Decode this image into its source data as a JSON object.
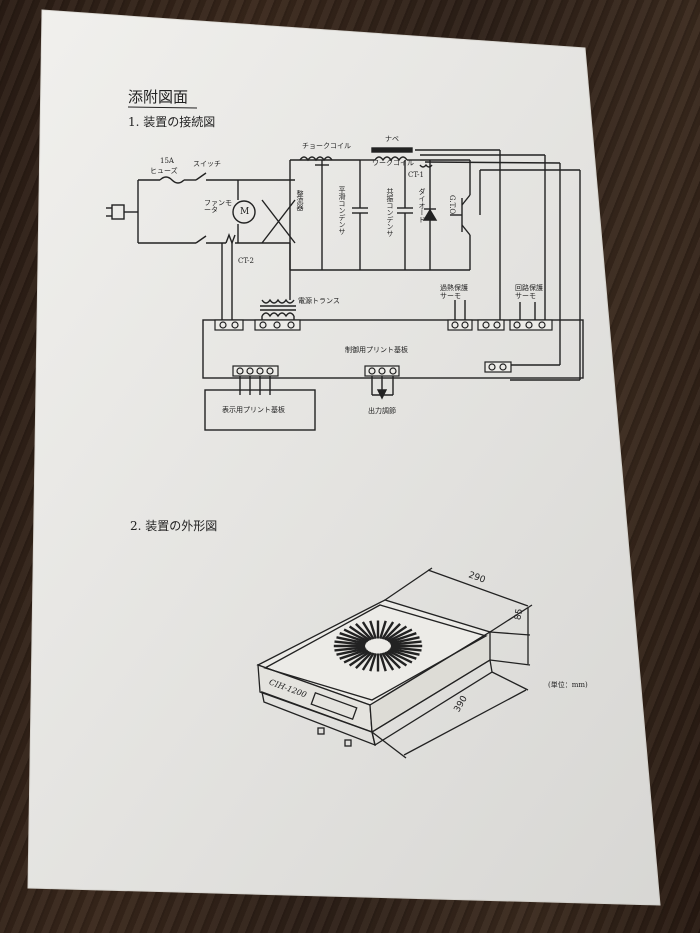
{
  "title": "添附図面",
  "section1": "1. 装置の接続図",
  "section2": "2. 装置の外形図",
  "labels": {
    "fuse_rating": "15A",
    "fuse": "ヒューズ",
    "switch": "スイッチ",
    "fan_motor": "ファンモータ",
    "motor": "M",
    "ct2": "CT-2",
    "ct1": "CT-1",
    "rectifier": "整流器",
    "choke_coil": "チョークコイル",
    "pan": "ナベ",
    "work_coil": "ワークコイル",
    "smoothing_capacitor": "平滑コンデンサ",
    "resonance_capacitor": "共振コンデンサ",
    "diode": "ダイオード",
    "gto": "G.T.O",
    "power_transformer": "電源トランス",
    "overheat_thermo": "過熱保護サーモ",
    "circuit_thermo": "回路保護サーモ",
    "control_board": "制御用プリント基板",
    "display_board": "表示用プリント基板",
    "output_adjust": "出力調節"
  },
  "dimensions": {
    "width": "290",
    "height": "85",
    "depth": "390",
    "unit": "(単位：mm)",
    "model": "CIH-1200"
  }
}
